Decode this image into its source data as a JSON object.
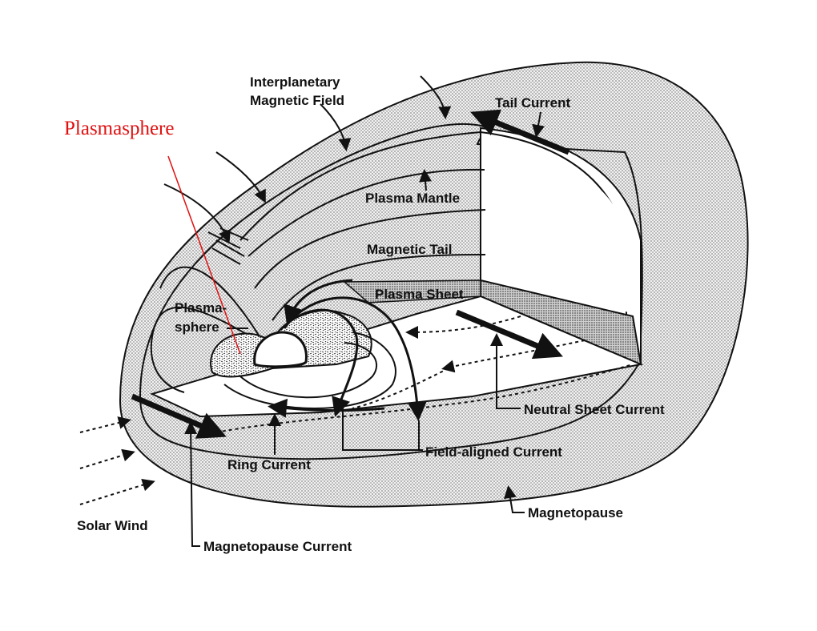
{
  "colors": {
    "annotation": "#e01010",
    "line": "#111111",
    "stipple_outer": "#d9d9d9",
    "stipple_inner": "#bdbdbd",
    "background": "#ffffff"
  },
  "annotation": {
    "text": "Plasmasphere"
  },
  "labels": {
    "imf_line1": "Interplanetary",
    "imf_line2": "Magnetic Field",
    "tail_current": "Tail Current",
    "plasma_mantle": "Plasma Mantle",
    "magnetic_tail": "Magnetic Tail",
    "plasma_sheet": "Plasma Sheet",
    "plasmasphere_line1": "Plasma-",
    "plasmasphere_line2": "sphere",
    "neutral_sheet_current": "Neutral Sheet Current",
    "field_aligned_current": "Field-aligned Current",
    "ring_current": "Ring Current",
    "magnetopause": "Magnetopause",
    "solar_wind": "Solar Wind",
    "magnetopause_current": "Magnetopause Current"
  }
}
